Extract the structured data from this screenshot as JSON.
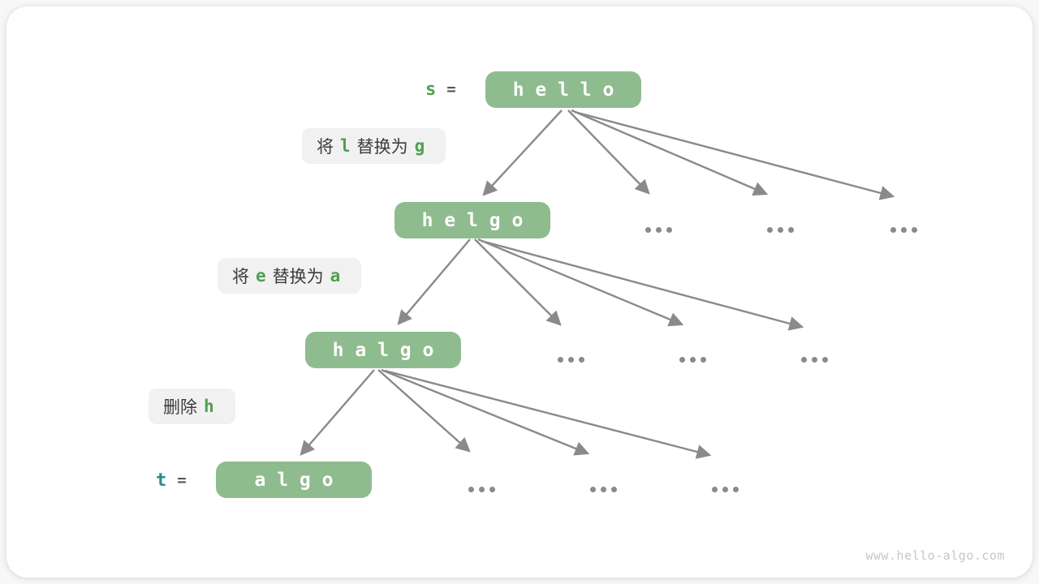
{
  "figure": {
    "watermark": "www.hello-algo.com",
    "ellipsis": "...",
    "colors": {
      "node_fill": "#8FBC8F",
      "node_text": "#FFFFFF",
      "accent_green": "#4EA052",
      "accent_teal": "#2B8C8C",
      "arrow_gray": "#8A8A8A",
      "label_bg": "#F1F1F1",
      "label_text": "#3C3C3C",
      "watermark_text": "#C6C6C6"
    },
    "assignments": {
      "s": {
        "var": "s",
        "eq": "="
      },
      "t": {
        "var": "t",
        "eq": "="
      }
    },
    "nodes": [
      {
        "name": "hello",
        "pre": "h e l l o",
        "bold": "",
        "post": ""
      },
      {
        "name": "helgo",
        "pre": "h e l ",
        "bold": "g",
        "post": " o"
      },
      {
        "name": "halgo",
        "pre": "h ",
        "bold": "a",
        "post": " l g o"
      },
      {
        "name": "algo",
        "pre": "a l g o",
        "bold": "",
        "post": ""
      }
    ],
    "operations": [
      {
        "prefix": "将",
        "char1": "l",
        "middle": "替换为",
        "char2": "g"
      },
      {
        "prefix": "将",
        "char1": "e",
        "middle": "替换为",
        "char2": "a"
      },
      {
        "prefix": "删除",
        "char1": "h",
        "middle": "",
        "char2": ""
      }
    ]
  }
}
